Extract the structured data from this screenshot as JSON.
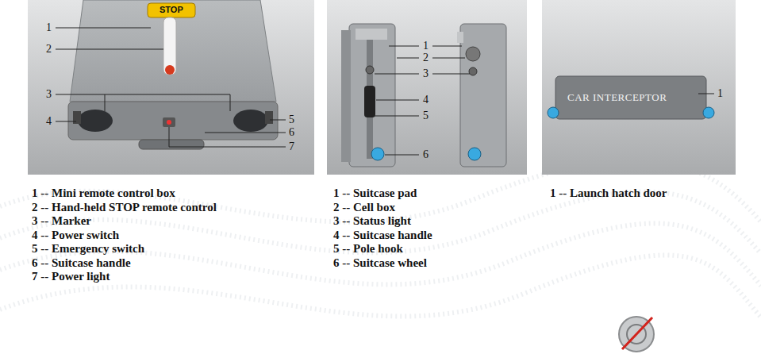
{
  "diagram": {
    "labels": [
      "1",
      "2",
      "3",
      "4",
      "5",
      "6",
      "7",
      "STOP",
      "1 -- Mini remote control box",
      "2 -- Hand-held STOP remote control",
      "3 -- Marker",
      "4 -- Power switch",
      "5 -- Emergency switch",
      "6 -- Suitcase handle",
      "7 -- Power light",
      "1",
      "2",
      "3",
      "4",
      "5",
      "6",
      "1 -- Suitcase pad",
      "2 -- Cell box",
      "3 -- Status light",
      "4 -- Suitcase handle",
      "5 -- Pole hook",
      "6 -- Suitcase wheel",
      "CAR INTERCEPTOR",
      "1",
      "1 -- Launch hatch door"
    ]
  }
}
